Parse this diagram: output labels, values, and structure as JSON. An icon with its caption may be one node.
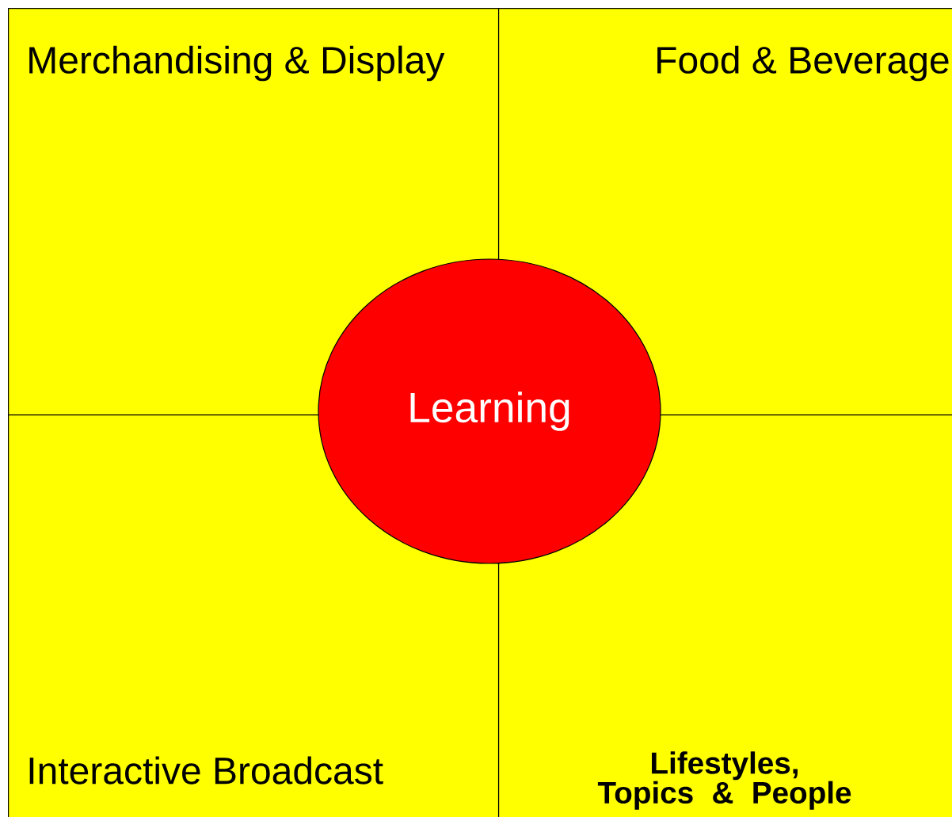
{
  "diagram": {
    "nodes": [
      {
        "text": [
          "Merchandising & Display"
        ]
      },
      {
        "text": [
          "Food & Beverage"
        ]
      },
      {
        "text": [
          "Interactive Broadcast"
        ]
      },
      {
        "text": [
          "Lifestyles, Topics & People"
        ]
      },
      {
        "text": [
          "Learning"
        ]
      }
    ]
  }
}
